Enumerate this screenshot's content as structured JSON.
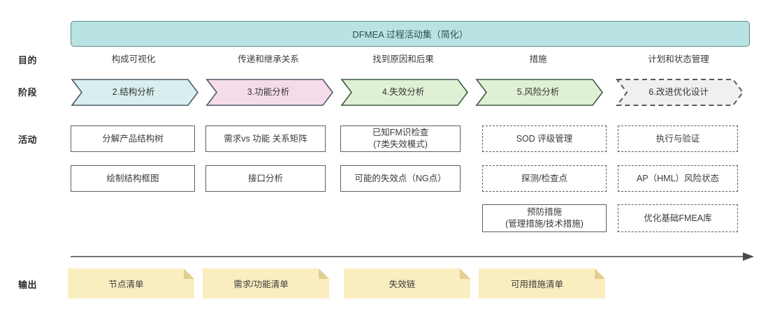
{
  "banner": {
    "title": "DFMEA 过程活动集（简化）"
  },
  "row_labels": {
    "purpose": "目的",
    "stage": "阶段",
    "activity": "活动",
    "output": "输出"
  },
  "colors": {
    "banner_fill": "#b9e3e2",
    "banner_stroke": "#5f8c8b",
    "stage_cyan_fill": "#d9eeee",
    "stage_cyan_stroke": "#4c5a64",
    "stage_pink_fill": "#f6dcea",
    "stage_pink_stroke": "#4c5a64",
    "stage_green_fill": "#dff0d4",
    "stage_green_stroke": "#3f5a43",
    "stage_gray_fill": "#f0f0f0",
    "stage_gray_stroke": "#55595e",
    "box_stroke": "#5a5f66",
    "note_fill": "#faeec0",
    "note_fold": "#e2cf92",
    "arrow_color": "#4a4a4a",
    "text": "#3a3a3a"
  },
  "columns": [
    {
      "purpose": "构成可视化",
      "stage": "2.结构分析",
      "stage_style": "cyan",
      "stage_dashed": false,
      "activities": [
        {
          "lines": [
            "分解产品结构树"
          ],
          "dashed": false
        },
        {
          "lines": [
            "绘制结构框图"
          ],
          "dashed": false
        }
      ],
      "output": "节点清单"
    },
    {
      "purpose": "传递和继承关系",
      "stage": "3.功能分析",
      "stage_style": "pink",
      "stage_dashed": false,
      "activities": [
        {
          "lines": [
            "需求vs 功能 关系矩阵"
          ],
          "dashed": false
        },
        {
          "lines": [
            "接口分析"
          ],
          "dashed": false
        }
      ],
      "output": "需求/功能清单"
    },
    {
      "purpose": "找到原因和后果",
      "stage": "4.失效分析",
      "stage_style": "green",
      "stage_dashed": false,
      "activities": [
        {
          "lines": [
            "已知FM识检查",
            "(7类失效模式)"
          ],
          "dashed": false
        },
        {
          "lines": [
            "可能的失效点（NG点）"
          ],
          "dashed": false
        }
      ],
      "output": "失效链"
    },
    {
      "purpose": "措施",
      "stage": "5.风险分析",
      "stage_style": "green",
      "stage_dashed": false,
      "activities": [
        {
          "lines": [
            "SOD 评级管理"
          ],
          "dashed": true
        },
        {
          "lines": [
            "探测/检查点"
          ],
          "dashed": true
        },
        {
          "lines": [
            "预防措施",
            "(管理措施/技术措施)"
          ],
          "dashed": false
        }
      ],
      "output": "可用措施清单"
    },
    {
      "purpose": "计划和状态管理",
      "stage": "6.改进优化设计",
      "stage_style": "gray",
      "stage_dashed": true,
      "activities": [
        {
          "lines": [
            "执行与验证"
          ],
          "dashed": true
        },
        {
          "lines": [
            "AP（HML）风险状态"
          ],
          "dashed": true
        },
        {
          "lines": [
            "优化基础FMEA库"
          ],
          "dashed": true
        }
      ],
      "output": null
    }
  ],
  "timeline": {
    "icon": "right-arrow-icon"
  }
}
